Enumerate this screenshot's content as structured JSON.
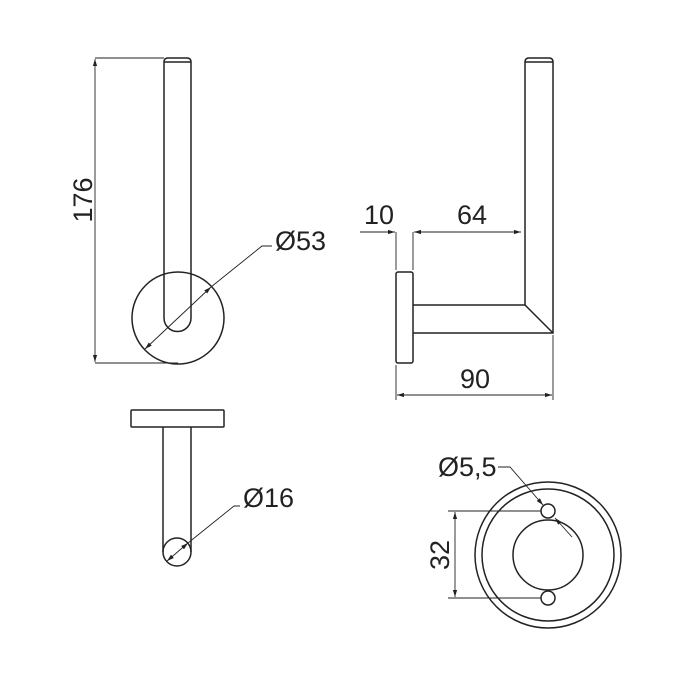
{
  "dimensions": {
    "height": "176",
    "plate_diameter": "Ø53",
    "plate_thickness": "10",
    "arm_projection": "64",
    "total_depth": "90",
    "tube_diameter": "Ø16",
    "hole_diameter": "Ø5,5",
    "hole_spacing": "32"
  },
  "colors": {
    "line": "#222222",
    "background": "#ffffff"
  }
}
